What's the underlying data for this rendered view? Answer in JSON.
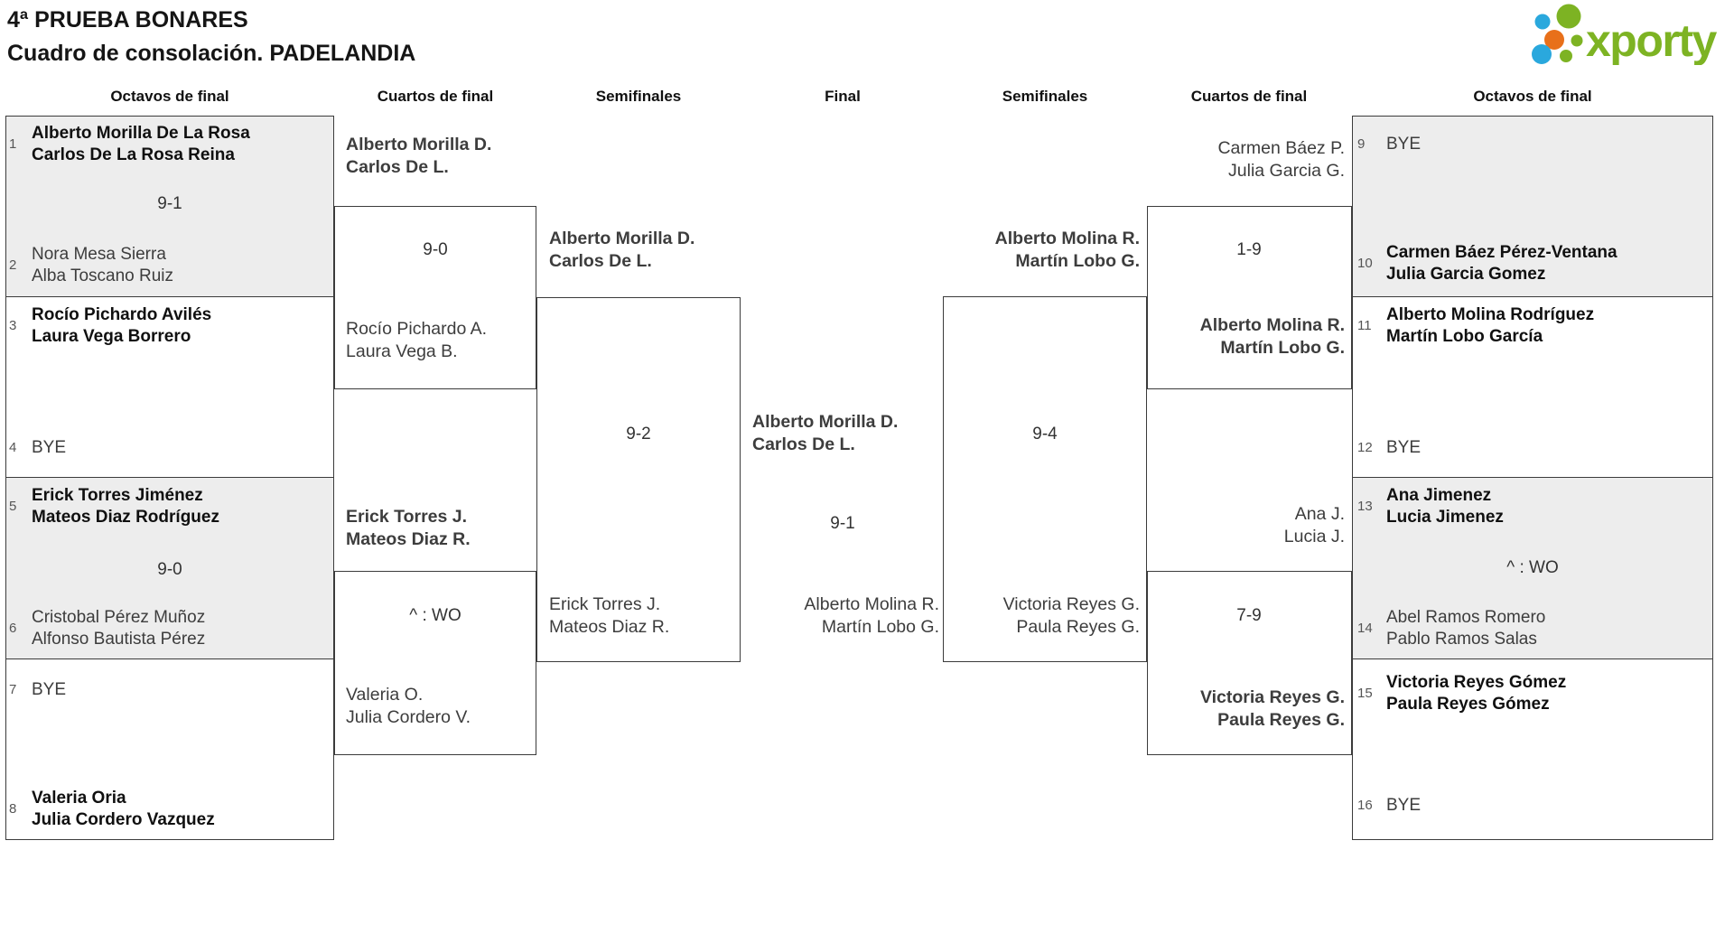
{
  "title": {
    "line1": "4ª PRUEBA BONARES",
    "line2": "Cuadro de consolación. PADELANDIA"
  },
  "logo": {
    "text": "xporty",
    "green": "#7db323",
    "blue": "#2aa8dd",
    "orange": "#e8701a"
  },
  "colors": {
    "line": "#3b3b3b",
    "shade": "#ededed",
    "winner": "#101010",
    "loser": "#3d3d3d"
  },
  "rounds": [
    "Octavos de final",
    "Cuartos de final",
    "Semifinales",
    "Final",
    "Semifinales",
    "Cuartos de final",
    "Octavos de final"
  ],
  "octavos_left": [
    {
      "seed": "1",
      "l1": "Alberto Morilla De La Rosa",
      "l2": "Carlos De La Rosa Reina"
    },
    {
      "seed": "2",
      "l1": "Nora Mesa Sierra",
      "l2": "Alba Toscano Ruiz"
    },
    {
      "seed": "3",
      "l1": "Rocío Pichardo Avilés",
      "l2": "Laura Vega Borrero"
    },
    {
      "seed": "4",
      "l1": "BYE"
    },
    {
      "seed": "5",
      "l1": "Erick Torres Jiménez",
      "l2": "Mateos Diaz Rodríguez"
    },
    {
      "seed": "6",
      "l1": "Cristobal Pérez Muñoz",
      "l2": "Alfonso Bautista Pérez"
    },
    {
      "seed": "7",
      "l1": "BYE"
    },
    {
      "seed": "8",
      "l1": "Valeria Oria",
      "l2": "Julia Cordero Vazquez"
    }
  ],
  "octavos_right": [
    {
      "seed": "9",
      "l1": "BYE"
    },
    {
      "seed": "10",
      "l1": "Carmen Báez Pérez-Ventana",
      "l2": "Julia Garcia Gomez"
    },
    {
      "seed": "11",
      "l1": "Alberto Molina Rodríguez",
      "l2": "Martín Lobo García"
    },
    {
      "seed": "12",
      "l1": "BYE"
    },
    {
      "seed": "13",
      "l1": "Ana Jimenez",
      "l2": "Lucia Jimenez"
    },
    {
      "seed": "14",
      "l1": "Abel Ramos Romero",
      "l2": "Pablo Ramos Salas"
    },
    {
      "seed": "15",
      "l1": "Victoria Reyes Gómez",
      "l2": "Paula Reyes Gómez"
    },
    {
      "seed": "16",
      "l1": "BYE"
    }
  ],
  "scores": {
    "ol_m1": "9-1",
    "ol_m3": "9-0",
    "or_m3": "^ : WO",
    "qf_l1": "9-0",
    "qf_l2": "^ : WO",
    "qf_r1": "1-9",
    "qf_r2": "7-9",
    "sf_l": "9-2",
    "sf_r": "9-4",
    "final": "9-1"
  },
  "qf_left": [
    {
      "w1": "Alberto Morilla D.",
      "w2": "Carlos De L.",
      "x1": "Rocío Pichardo A.",
      "x2": "Laura Vega B."
    },
    {
      "w1": "Erick Torres J.",
      "w2": "Mateos Diaz R.",
      "x1": "Valeria O.",
      "x2": "Julia Cordero V."
    }
  ],
  "qf_right": [
    {
      "x1": "Carmen Báez P.",
      "x2": "Julia Garcia G.",
      "w1": "Alberto Molina R.",
      "w2": "Martín Lobo G."
    },
    {
      "x1": "Ana J.",
      "x2": "Lucia J.",
      "w1": "Victoria Reyes G.",
      "w2": "Paula Reyes G."
    }
  ],
  "sf_left": {
    "w1": "Alberto Morilla D.",
    "w2": "Carlos De L.",
    "x1": "Erick Torres J.",
    "x2": "Mateos Diaz R."
  },
  "sf_right": {
    "w1": "Alberto Molina R.",
    "w2": "Martín Lobo G.",
    "x1": "Victoria Reyes G.",
    "x2": "Paula Reyes G."
  },
  "final": {
    "w1": "Alberto Morilla D.",
    "w2": "Carlos De L.",
    "x1": "Alberto Molina R.",
    "x2": "Martín Lobo G."
  }
}
